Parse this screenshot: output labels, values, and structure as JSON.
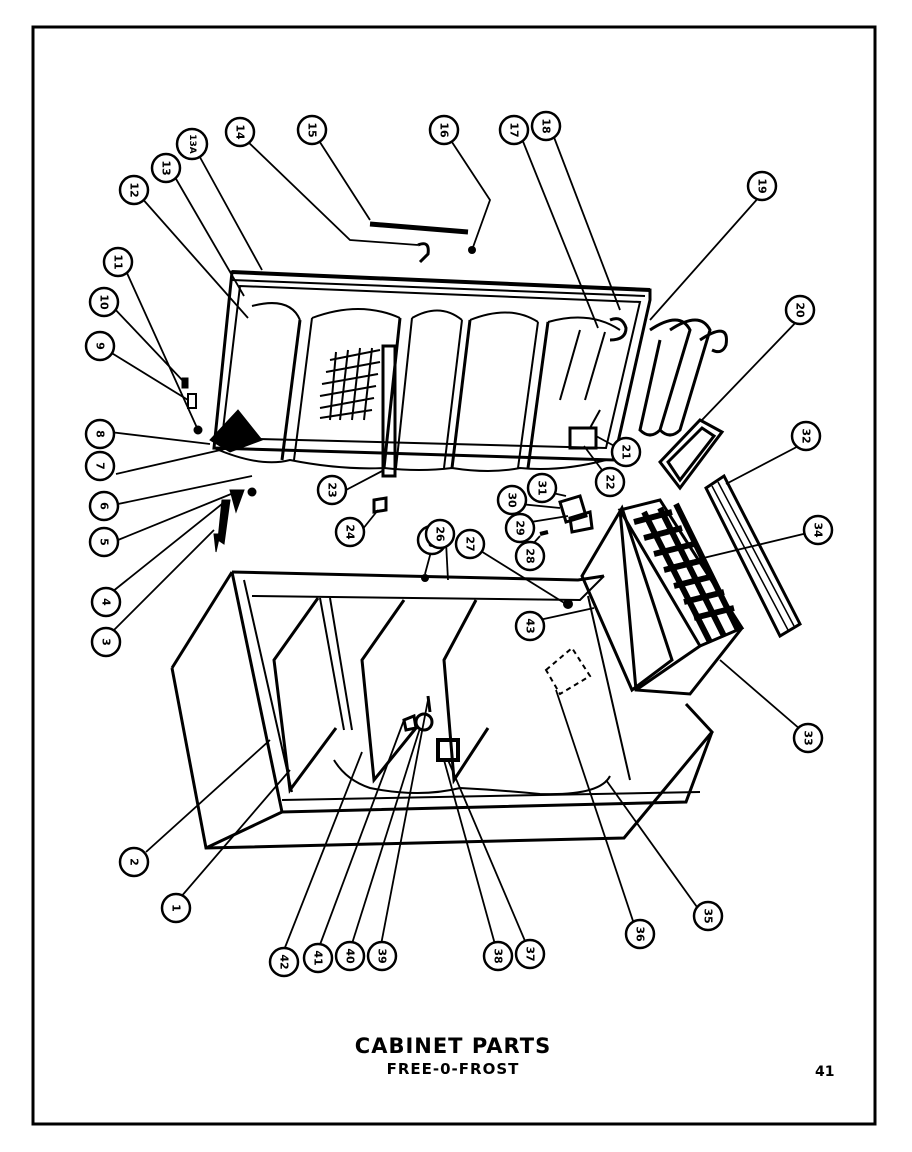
{
  "diagram": {
    "title": "CABINET  PARTS",
    "subtitle": "FREE-0-FROST",
    "page_number": "41",
    "callouts": [
      "1",
      "2",
      "3",
      "4",
      "5",
      "6",
      "7",
      "8",
      "9",
      "10",
      "11",
      "12",
      "13",
      "13A",
      "14",
      "15",
      "16",
      "17",
      "18",
      "19",
      "20",
      "21",
      "22",
      "23",
      "24",
      "25",
      "26",
      "27",
      "28",
      "29",
      "30",
      "31",
      "32",
      "33",
      "34",
      "35",
      "36",
      "37",
      "38",
      "39",
      "40",
      "41",
      "42",
      "43"
    ]
  },
  "colors": {
    "ink": "#000000",
    "paper": "#ffffff"
  }
}
